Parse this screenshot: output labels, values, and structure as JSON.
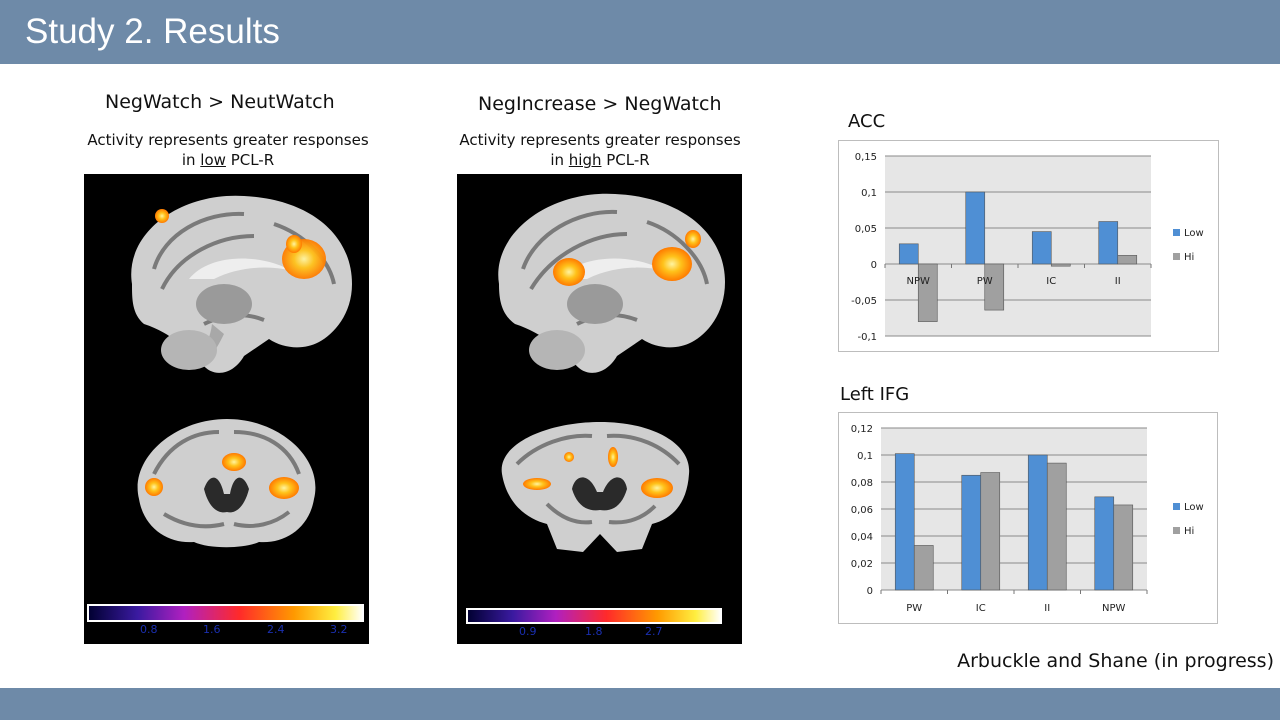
{
  "slide": {
    "title": "Study 2. Results",
    "credit": "Arbuckle and Shane (in progress)"
  },
  "left_panel": {
    "title": "NegWatch > NeutWatch",
    "desc_line1": "Activity represents greater responses",
    "desc_prefix": "in ",
    "desc_emph": "low",
    "desc_suffix": " PCL-R",
    "colorbar_ticks": [
      "0.8",
      "1.6",
      "2.4",
      "3.2"
    ]
  },
  "middle_panel": {
    "title": "NegIncrease > NegWatch",
    "desc_line1": "Activity represents greater responses",
    "desc_prefix": "in ",
    "desc_emph": "high",
    "desc_suffix": " PCL-R",
    "colorbar_ticks": [
      "0.9",
      "1.8",
      "2.7"
    ]
  },
  "colors": {
    "header_bar": "#6e8aa8",
    "low_series": "#4f8fd4",
    "hi_series": "#a0a0a0",
    "plot_bg": "#e6e6e6"
  },
  "chart_data": [
    {
      "type": "bar",
      "title": "ACC",
      "categories": [
        "NPW",
        "PW",
        "IC",
        "II"
      ],
      "series": [
        {
          "name": "Low",
          "values": [
            0.028,
            0.1,
            0.045,
            0.059
          ]
        },
        {
          "name": "Hi",
          "values": [
            -0.08,
            -0.064,
            -0.003,
            0.012
          ]
        }
      ],
      "ylim": [
        -0.1,
        0.15
      ],
      "yticks": [
        "0,15",
        "0,1",
        "0,05",
        "0",
        "-0,05",
        "-0,1"
      ],
      "ytick_values": [
        0.15,
        0.1,
        0.05,
        0,
        -0.05,
        -0.1
      ],
      "legend_position": "right",
      "grid": true
    },
    {
      "type": "bar",
      "title": "Left IFG",
      "categories": [
        "PW",
        "IC",
        "II",
        "NPW"
      ],
      "series": [
        {
          "name": "Low",
          "values": [
            0.101,
            0.085,
            0.1,
            0.069
          ]
        },
        {
          "name": "Hi",
          "values": [
            0.033,
            0.087,
            0.094,
            0.063
          ]
        }
      ],
      "ylim": [
        0,
        0.12
      ],
      "yticks": [
        "0,12",
        "0,1",
        "0,08",
        "0,06",
        "0,04",
        "0,02",
        "0"
      ],
      "ytick_values": [
        0.12,
        0.1,
        0.08,
        0.06,
        0.04,
        0.02,
        0
      ],
      "legend_position": "right",
      "grid": true
    }
  ]
}
